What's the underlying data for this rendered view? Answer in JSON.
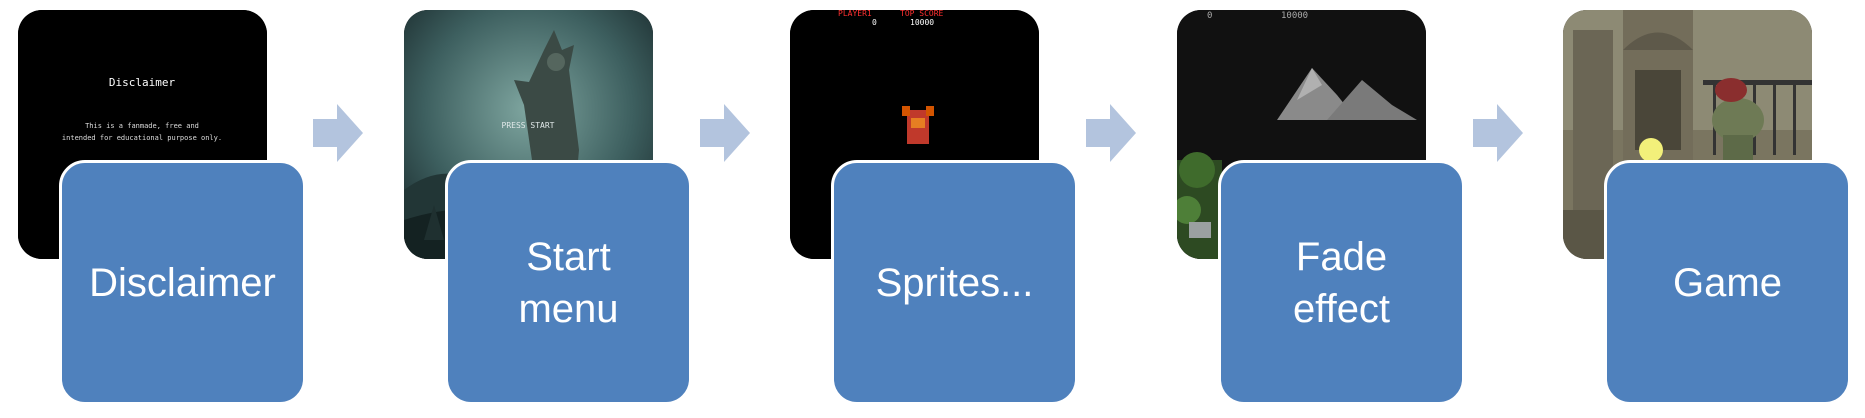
{
  "steps": [
    {
      "label": "Disclaimer",
      "thumbnail": {
        "title": "Disclaimer",
        "text_lines": [
          "This is a fanmade, free and",
          "intended for educational purpose only."
        ]
      }
    },
    {
      "label": "Start\nmenu",
      "thumbnail": {
        "menu_text": "PRESS START"
      }
    },
    {
      "label": "Sprites...",
      "thumbnail": {
        "hud_left": "PLAYER1",
        "hud_right": "TOP SCORE",
        "score_left": "0",
        "score_right": "10000"
      }
    },
    {
      "label": "Fade\neffect",
      "thumbnail": {
        "hud_left": "0",
        "hud_right": "10000"
      }
    },
    {
      "label": "Game",
      "thumbnail": {}
    }
  ],
  "colors": {
    "box_fill": "#4f81bd",
    "box_text": "#ffffff",
    "arrow_fill": "#b3c4de"
  },
  "icons": {
    "arrow": "right-arrow-icon"
  }
}
